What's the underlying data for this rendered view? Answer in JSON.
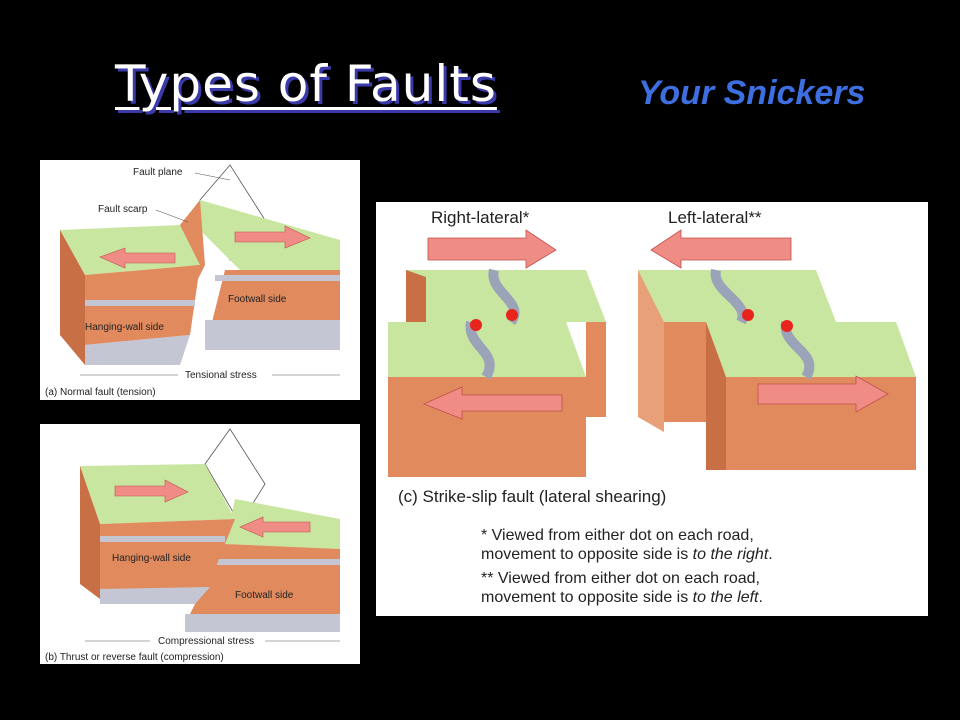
{
  "slide": {
    "title": "Types of Faults",
    "subtitle": "Your Snickers"
  },
  "normal": {
    "fault_plane": "Fault plane",
    "fault_scarp": "Fault scarp",
    "footwall": "Footwall side",
    "hanging_wall": "Hanging-wall side",
    "stress": "Tensional stress",
    "caption": "(a) Normal fault (tension)"
  },
  "thrust": {
    "hanging_wall": "Hanging-wall side",
    "footwall": "Footwall side",
    "stress": "Compressional stress",
    "caption": "(b) Thrust or reverse fault (compression)"
  },
  "strike_slip": {
    "right_lateral": "Right-lateral*",
    "left_lateral": "Left-lateral**",
    "caption": "(c) Strike-slip fault (lateral shearing)",
    "note1_a": "* Viewed from either dot on each road,",
    "note1_b_plain": "movement to opposite side is ",
    "note1_b_italic": "to the right",
    "note1_b_end": ".",
    "note2_a": "** Viewed from either dot on each road,",
    "note2_b_plain": "movement to opposite side is ",
    "note2_b_italic": "to the left",
    "note2_b_end": "."
  },
  "colors": {
    "background": "#000000",
    "title": "#ffffff",
    "subtitle": "#3d6fe0",
    "grass": "#c8e6a0",
    "rock": "#e08a5e",
    "rock_dark": "#c86f46",
    "grey_layer": "#c4c6d4",
    "arrow": "#f08c86",
    "road": "#9aa3b8",
    "dot": "#e8241c"
  }
}
